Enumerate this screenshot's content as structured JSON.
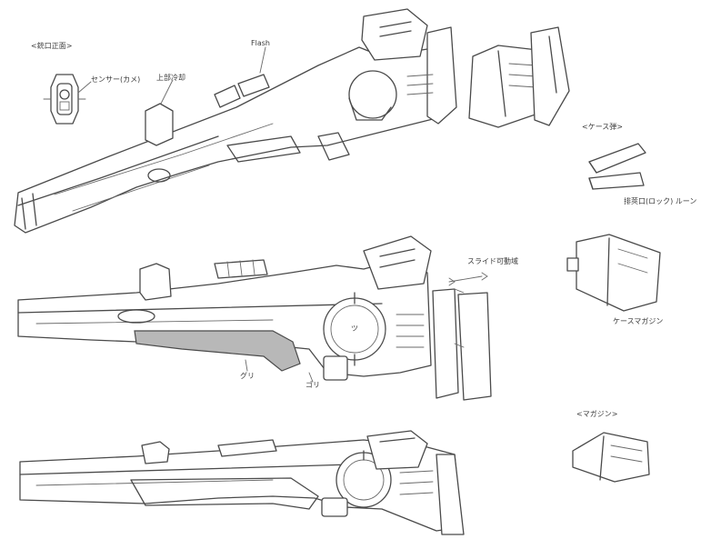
{
  "annotations": {
    "front_view_title": "<銃口正面>",
    "scope_label": "センサー(カメ)",
    "barrel_label": "上部冷却",
    "top_note": "Flash",
    "shell_title": "<ケース弾>",
    "shell_note": "排莢口(ロック) ルーン",
    "slide_note": "スライド可動域",
    "mag_note": "ケースマガジン",
    "grip_note": "グリ",
    "trigger_note": "ゴリ",
    "cell_title": "<マガジン>",
    "chamber_mark": "ツ"
  }
}
